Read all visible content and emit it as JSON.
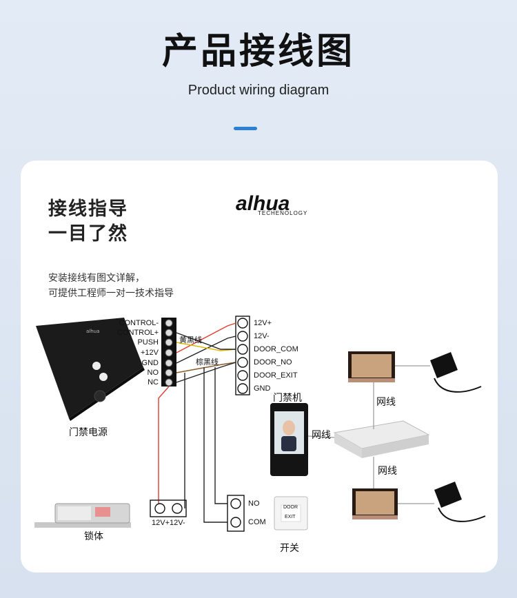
{
  "header": {
    "title": "产品接线图",
    "subtitle": "Product wiring diagram",
    "accent_color": "#2b7fd4"
  },
  "card": {
    "heading_line1": "接线指导",
    "heading_line2": "一目了然",
    "note_line1": "安装接线有图文详解，",
    "note_line2": "可提供工程师一对一技术指导",
    "logo": {
      "text": "alhua",
      "sub": "TECHENOLOGY"
    }
  },
  "power_supply": {
    "caption": "门禁电源",
    "terminals": [
      "CONTROL-",
      "CONTROL+",
      "PUSH",
      "+12V",
      "GND",
      "NO",
      "NC"
    ]
  },
  "device_terminals": [
    "12V+",
    "12V-",
    "DOOR_COM",
    "DOOR_NO",
    "DOOR_EXIT",
    "GND"
  ],
  "wire_labels": {
    "yellow_black": "黄黑线",
    "brown_black": "棕黑线"
  },
  "access_terminal": {
    "caption": "门禁机"
  },
  "network": {
    "label_left": "网线",
    "label_top": "网线",
    "label_bottom": "网线"
  },
  "lock": {
    "caption": "锁体",
    "terminals": [
      "12V+",
      "12V-"
    ]
  },
  "switch": {
    "caption": "开关",
    "terminals": [
      "NO",
      "COM"
    ],
    "button_text_top": "DOOR",
    "button_text_bottom": "EXIT"
  },
  "wire_colors": {
    "red": "#e23a2e",
    "black": "#222222",
    "yellow": "#e0b800",
    "brown": "#8a5a2b",
    "gray": "#9a9a9a"
  }
}
